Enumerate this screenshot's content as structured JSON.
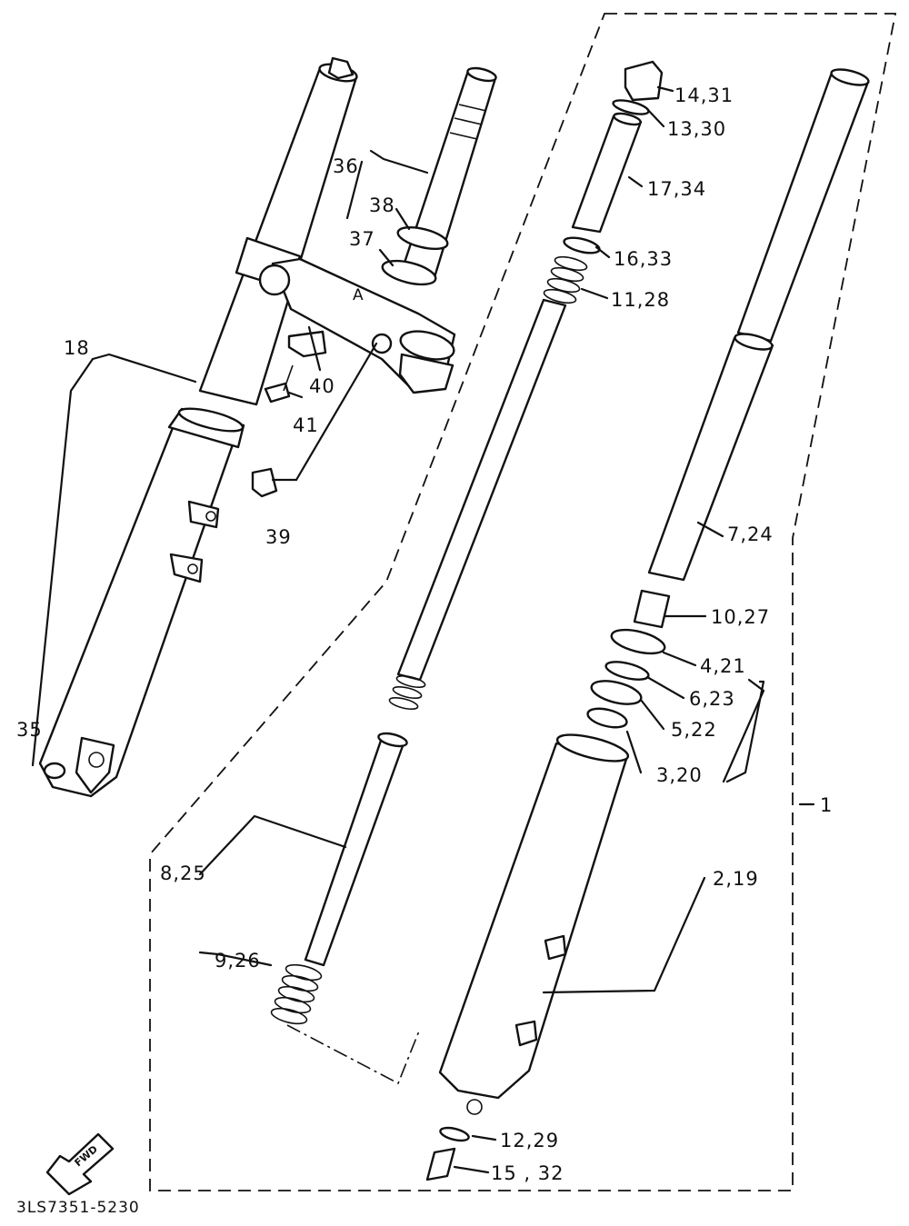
{
  "diagram_code": "3LS7351-5230",
  "fwd_label": "FWD",
  "callouts": {
    "c1": "1",
    "c2_19": "2,19",
    "c3_20": "3,20",
    "c4_21": "4,21",
    "c5_22": "5,22",
    "c6_23": "6,23",
    "c7_24": "7,24",
    "c8_25": "8,25",
    "c9_26": "9,26",
    "c10_27": "10,27",
    "c11_28": "11,28",
    "c12_29": "12,29",
    "c13_30": "13,30",
    "c14_31": "14,31",
    "c15_32": "15 , 32",
    "c16_33": "16,33",
    "c17_34": "17,34",
    "c18": "18",
    "c35": "35",
    "c36": "36",
    "c37": "37",
    "c38": "38",
    "c39": "39",
    "c40": "40",
    "c41": "41"
  }
}
